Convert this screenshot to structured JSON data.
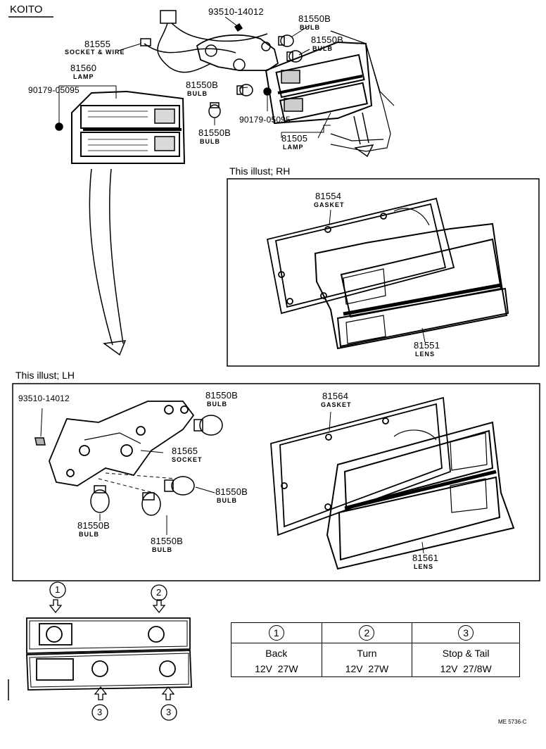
{
  "brand": "KOITO",
  "illustration_code": "ME 5736-C",
  "views": {
    "rh_title": "This illust; RH",
    "lh_title": "This illust; LH"
  },
  "parts": {
    "screw_top": "93510-14012",
    "socket_wire": {
      "number": "81555",
      "name": "SOCKET & WIRE"
    },
    "bulb_top": {
      "number": "81550B",
      "name": "BULB"
    },
    "bulb_top2": {
      "number": "81550B",
      "name": "BULB"
    },
    "lamp_lh": {
      "number": "81560",
      "name": "LAMP"
    },
    "nut_lh": "90179-05095",
    "bulb_mid": {
      "number": "81550B",
      "name": "BULB"
    },
    "bulb_mid2": {
      "number": "81550B",
      "name": "BULB"
    },
    "nut_rh": "90179-05095",
    "lamp_rh": {
      "number": "81505",
      "name": "LAMP"
    },
    "gasket_rh": {
      "number": "81554",
      "name": "GASKET"
    },
    "lens_rh": {
      "number": "81551",
      "name": "LENS"
    },
    "screw_lh": "93510-14012",
    "bulb_lh_a": {
      "number": "81550B",
      "name": "BULB"
    },
    "socket_lh": {
      "number": "81565",
      "name": "SOCKET"
    },
    "bulb_lh_b": {
      "number": "81550B",
      "name": "BULB"
    },
    "bulb_lh_c": {
      "number": "81550B",
      "name": "BULB"
    },
    "bulb_lh_d": {
      "number": "81550B",
      "name": "BULB"
    },
    "gasket_lh": {
      "number": "81564",
      "name": "GASKET"
    },
    "lens_lh": {
      "number": "81561",
      "name": "LENS"
    }
  },
  "position_markers": {
    "top_left": "1",
    "top_right": "2",
    "bottom_left": "3",
    "bottom_right": "3"
  },
  "bulb_table": {
    "columns": [
      {
        "marker": "1",
        "function": "Back",
        "spec": "12V  27W"
      },
      {
        "marker": "2",
        "function": "Turn",
        "spec": "12V  27W"
      },
      {
        "marker": "3",
        "function": "Stop & Tail",
        "spec": "12V  27/8W"
      }
    ]
  }
}
